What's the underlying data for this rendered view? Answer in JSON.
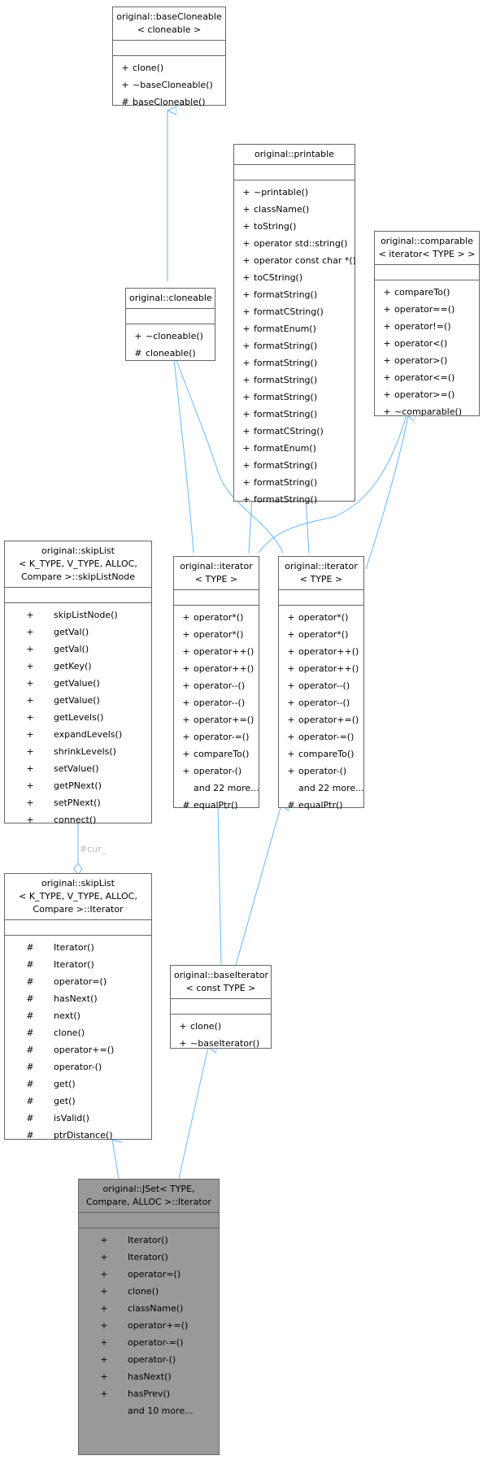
{
  "classes": {
    "baseCloneable": {
      "header": "original::baseCloneable\n< cloneable >",
      "methods": [
        {
          "vis": "+",
          "name": "clone()"
        },
        {
          "vis": "+",
          "name": "~baseCloneable()"
        },
        {
          "vis": "#",
          "name": "baseCloneable()"
        }
      ]
    },
    "printable": {
      "header": "original::printable",
      "methods": [
        {
          "vis": "+",
          "name": "~printable()"
        },
        {
          "vis": "+",
          "name": "className()"
        },
        {
          "vis": "+",
          "name": "toString()"
        },
        {
          "vis": "+",
          "name": "operator std::string()"
        },
        {
          "vis": "+",
          "name": "operator const char *()"
        },
        {
          "vis": "+",
          "name": "toCString()"
        },
        {
          "vis": "+",
          "name": "formatString()"
        },
        {
          "vis": "+",
          "name": "formatCString()"
        },
        {
          "vis": "+",
          "name": "formatEnum()"
        },
        {
          "vis": "+",
          "name": "formatString()"
        },
        {
          "vis": "+",
          "name": "formatString()"
        },
        {
          "vis": "+",
          "name": "formatString()"
        },
        {
          "vis": "+",
          "name": "formatString()"
        },
        {
          "vis": "+",
          "name": "formatString()"
        },
        {
          "vis": "+",
          "name": "formatCString()"
        },
        {
          "vis": "+",
          "name": "formatEnum()"
        },
        {
          "vis": "+",
          "name": "formatString()"
        },
        {
          "vis": "+",
          "name": "formatString()"
        },
        {
          "vis": "+",
          "name": "formatString()"
        }
      ]
    },
    "comparable": {
      "header": "original::comparable\n< iterator< TYPE > >",
      "methods": [
        {
          "vis": "+",
          "name": "compareTo()"
        },
        {
          "vis": "+",
          "name": "operator==()"
        },
        {
          "vis": "+",
          "name": "operator!=()"
        },
        {
          "vis": "+",
          "name": "operator<()"
        },
        {
          "vis": "+",
          "name": "operator>()"
        },
        {
          "vis": "+",
          "name": "operator<=()"
        },
        {
          "vis": "+",
          "name": "operator>=()"
        },
        {
          "vis": "+",
          "name": "~comparable()"
        }
      ]
    },
    "cloneable": {
      "header": "original::cloneable",
      "methods": [
        {
          "vis": "+",
          "name": "~cloneable()"
        },
        {
          "vis": "#",
          "name": "cloneable()"
        }
      ]
    },
    "skipListNode": {
      "header": "original::skipList\n< K_TYPE, V_TYPE, ALLOC,\nCompare >::skipListNode",
      "methods": [
        {
          "vis": "+",
          "name": "skipListNode()"
        },
        {
          "vis": "+",
          "name": "getVal()"
        },
        {
          "vis": "+",
          "name": "getVal()"
        },
        {
          "vis": "+",
          "name": "getKey()"
        },
        {
          "vis": "+",
          "name": "getValue()"
        },
        {
          "vis": "+",
          "name": "getValue()"
        },
        {
          "vis": "+",
          "name": "getLevels()"
        },
        {
          "vis": "+",
          "name": "expandLevels()"
        },
        {
          "vis": "+",
          "name": "shrinkLevels()"
        },
        {
          "vis": "+",
          "name": "setValue()"
        },
        {
          "vis": "+",
          "name": "getPNext()"
        },
        {
          "vis": "+",
          "name": "setPNext()"
        },
        {
          "vis": "+",
          "name": "connect()"
        }
      ]
    },
    "iterator1": {
      "header": "original::iterator\n< TYPE >",
      "methods": [
        {
          "vis": "+",
          "name": "operator*()"
        },
        {
          "vis": "+",
          "name": "operator*()"
        },
        {
          "vis": "+",
          "name": "operator++()"
        },
        {
          "vis": "+",
          "name": "operator++()"
        },
        {
          "vis": "+",
          "name": "operator--()"
        },
        {
          "vis": "+",
          "name": "operator--()"
        },
        {
          "vis": "+",
          "name": "operator+=()"
        },
        {
          "vis": "+",
          "name": "operator-=()"
        },
        {
          "vis": "+",
          "name": "compareTo()"
        },
        {
          "vis": "+",
          "name": "operator-()"
        },
        {
          "vis": "",
          "name": "and 22 more..."
        },
        {
          "vis": "#",
          "name": "equalPtr()"
        }
      ]
    },
    "iterator2": {
      "header": "original::iterator\n< TYPE >",
      "methods": [
        {
          "vis": "+",
          "name": "operator*()"
        },
        {
          "vis": "+",
          "name": "operator*()"
        },
        {
          "vis": "+",
          "name": "operator++()"
        },
        {
          "vis": "+",
          "name": "operator++()"
        },
        {
          "vis": "+",
          "name": "operator--()"
        },
        {
          "vis": "+",
          "name": "operator--()"
        },
        {
          "vis": "+",
          "name": "operator+=()"
        },
        {
          "vis": "+",
          "name": "operator-=()"
        },
        {
          "vis": "+",
          "name": "compareTo()"
        },
        {
          "vis": "+",
          "name": "operator-()"
        },
        {
          "vis": "",
          "name": "and 22 more..."
        },
        {
          "vis": "#",
          "name": "equalPtr()"
        }
      ]
    },
    "skipListIterator": {
      "header": "original::skipList\n< K_TYPE, V_TYPE, ALLOC,\nCompare >::Iterator",
      "methods": [
        {
          "vis": "#",
          "name": "Iterator()"
        },
        {
          "vis": "#",
          "name": "Iterator()"
        },
        {
          "vis": "#",
          "name": "operator=()"
        },
        {
          "vis": "#",
          "name": "hasNext()"
        },
        {
          "vis": "#",
          "name": "next()"
        },
        {
          "vis": "#",
          "name": "clone()"
        },
        {
          "vis": "#",
          "name": "operator+=()"
        },
        {
          "vis": "#",
          "name": "operator-()"
        },
        {
          "vis": "#",
          "name": "get()"
        },
        {
          "vis": "#",
          "name": "get()"
        },
        {
          "vis": "#",
          "name": "isValid()"
        },
        {
          "vis": "#",
          "name": "ptrDistance()"
        }
      ]
    },
    "baseIterator": {
      "header": "original::baseIterator\n< const TYPE >",
      "methods": [
        {
          "vis": "+",
          "name": "clone()"
        },
        {
          "vis": "+",
          "name": "~baseIterator()"
        }
      ]
    },
    "jsetIterator": {
      "header": "original::JSet< TYPE,\nCompare, ALLOC >::Iterator",
      "methods": [
        {
          "vis": "+",
          "name": "Iterator()"
        },
        {
          "vis": "+",
          "name": "Iterator()"
        },
        {
          "vis": "+",
          "name": "operator=()"
        },
        {
          "vis": "+",
          "name": "clone()"
        },
        {
          "vis": "+",
          "name": "className()"
        },
        {
          "vis": "+",
          "name": "operator+=()"
        },
        {
          "vis": "+",
          "name": "operator-=()"
        },
        {
          "vis": "+",
          "name": "operator-()"
        },
        {
          "vis": "+",
          "name": "hasNext()"
        },
        {
          "vis": "+",
          "name": "hasPrev()"
        },
        {
          "vis": "",
          "name": "and 10 more..."
        }
      ]
    }
  },
  "edge_labels": {
    "cur": "#cur_"
  },
  "colors": {
    "edge": "#63b8ff",
    "box_border": "#666666",
    "highlight_fill": "#999999"
  }
}
